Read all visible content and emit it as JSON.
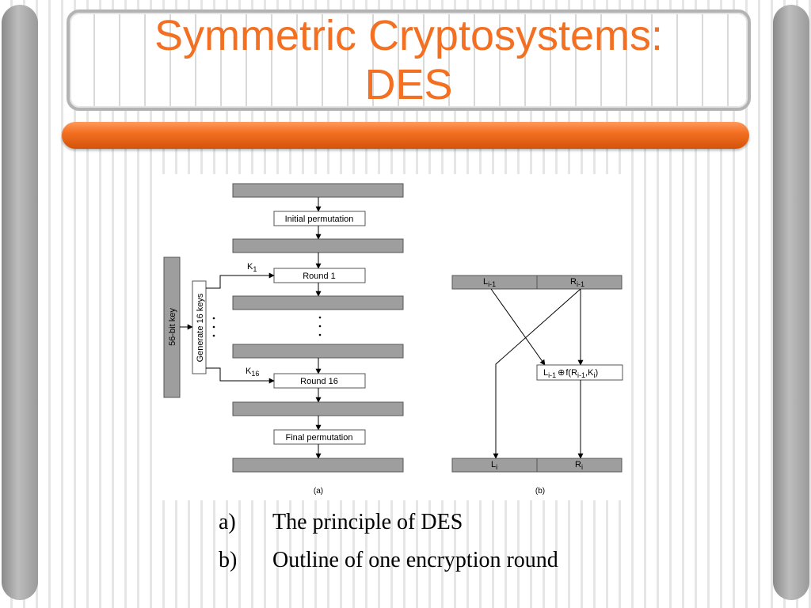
{
  "slide": {
    "title_line1": "Symmetric Cryptosystems:",
    "title_line2": "DES"
  },
  "diagram_a": {
    "initial_permutation": "Initial permutation",
    "round_first": "Round 1",
    "round_last": "Round 16",
    "final_permutation": "Final permutation",
    "key_label": "56-bit key",
    "generate_label": "Generate 16 keys",
    "k_first": "K",
    "k_first_sub": "1",
    "k_last": "K",
    "k_last_sub": "16",
    "caption": "(a)"
  },
  "diagram_b": {
    "l_prev": "L",
    "l_prev_sub": "i-1",
    "r_prev": "R",
    "r_prev_sub": "i-1",
    "f_l": "L",
    "f_l_sub": "i-1",
    "f_xor": "⊕",
    "f_open": "f(R",
    "f_r_sub": "i-1",
    "f_k": ",K",
    "f_k_sub": "i",
    "f_close": ")",
    "l_next": "L",
    "l_next_sub": "i",
    "r_next": "R",
    "r_next_sub": "i",
    "caption": "(b)"
  },
  "captions": [
    {
      "marker": "a)",
      "text": "The principle of DES"
    },
    {
      "marker": "b)",
      "text": "Outline of one encryption round"
    }
  ]
}
